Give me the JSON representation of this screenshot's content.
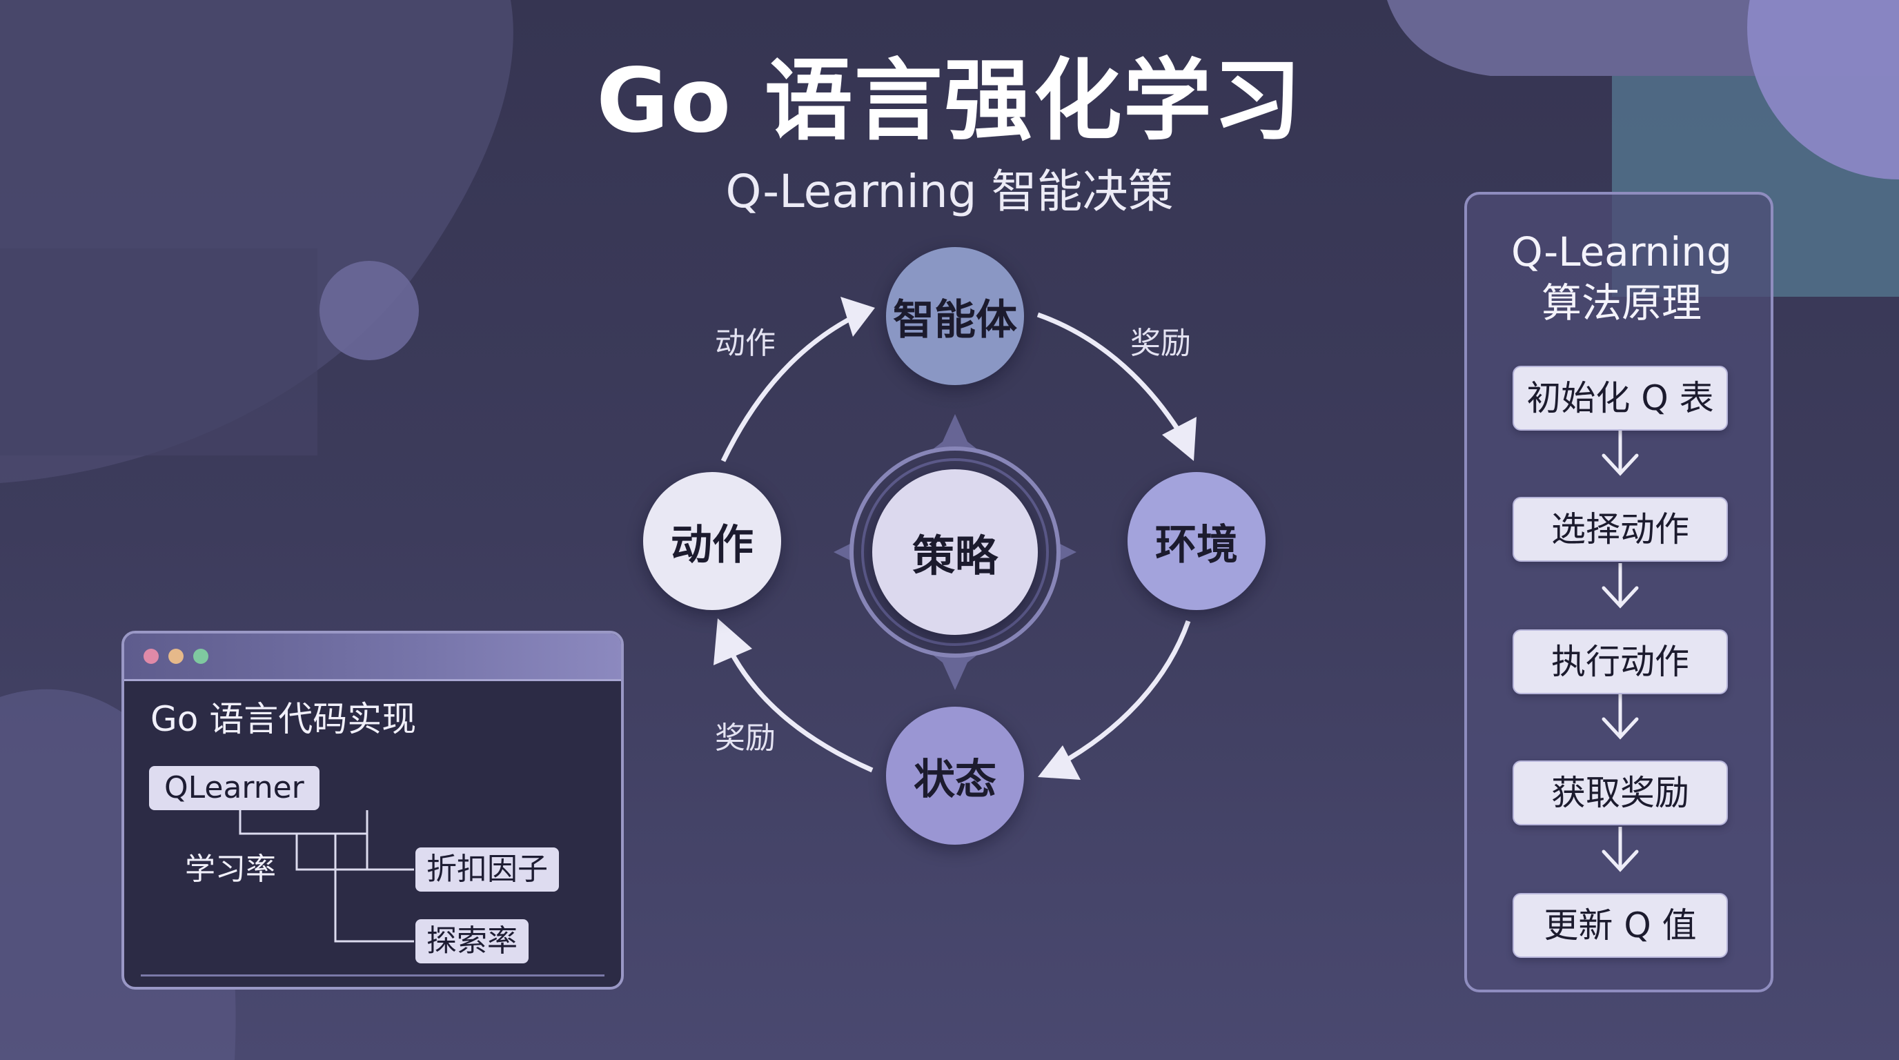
{
  "title": "Go 语言强化学习",
  "subtitle": "Q-Learning 智能决策",
  "cycle": {
    "center": "策略",
    "nodes": {
      "agent": "智能体",
      "environment": "环境",
      "state": "状态",
      "action": "动作"
    },
    "edge_labels": {
      "action_to_agent": "动作",
      "agent_to_environment": "奖励",
      "state_to_action": "奖励"
    }
  },
  "code_window": {
    "heading": "Go 语言代码实现",
    "root": "QLearner",
    "learning_rate": "学习率",
    "discount_factor": "折扣因子",
    "exploration_rate": "探索率"
  },
  "algorithm_panel": {
    "title_line1": "Q-Learning",
    "title_line2": "算法原理",
    "steps": [
      "初始化 Q 表",
      "选择动作",
      "执行动作",
      "获取奖励",
      "更新 Q 值"
    ]
  },
  "colors": {
    "agent": "#8a97c4",
    "environment": "#a3a3dc",
    "state": "#9a96d3",
    "action": "#e9e8f4",
    "center": "#dcd9ee",
    "window_dot_red": "#e08aa8",
    "window_dot_yellow": "#e6b98a",
    "window_dot_green": "#7fc9a0"
  }
}
